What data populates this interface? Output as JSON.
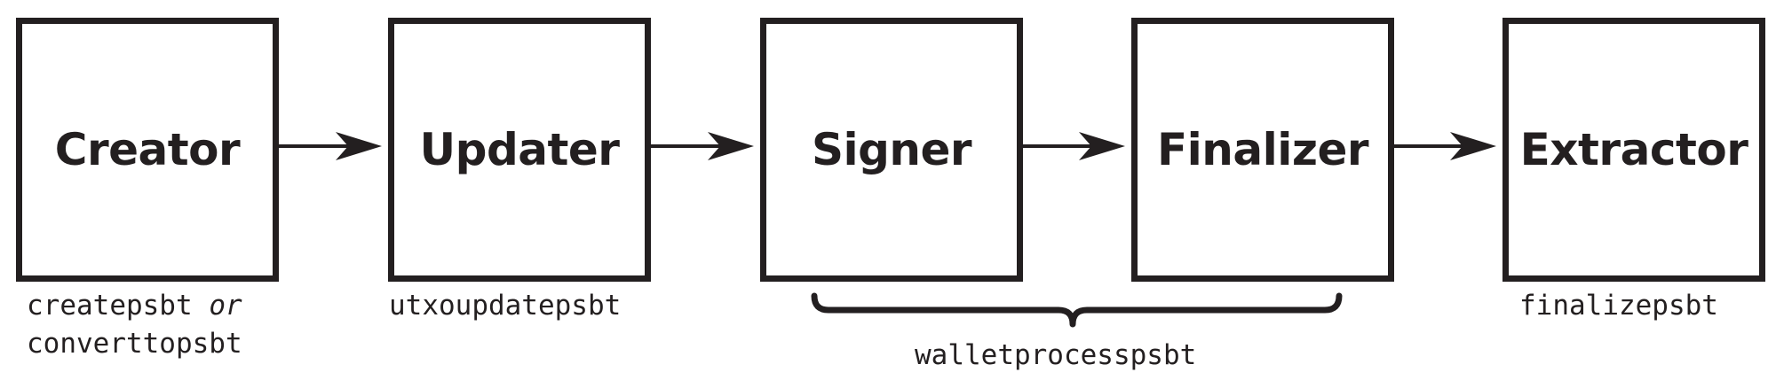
{
  "diagram": {
    "roles": [
      {
        "label": "Creator"
      },
      {
        "label": "Updater"
      },
      {
        "label": "Signer"
      },
      {
        "label": "Finalizer"
      },
      {
        "label": "Extractor"
      }
    ],
    "commands": {
      "creator_line1": "createpsbt",
      "creator_or": "or",
      "creator_line2": "converttopsbt",
      "updater": "utxoupdatepsbt",
      "signer_finalizer": "walletprocesspsbt",
      "extractor": "finalizepsbt"
    },
    "colors": {
      "ink": "#231f20",
      "background": "#ffffff"
    }
  }
}
